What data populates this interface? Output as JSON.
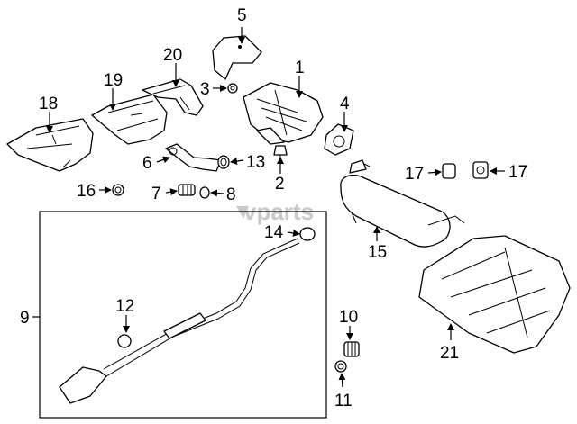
{
  "watermark": "vparts",
  "callouts": {
    "c1": "1",
    "c2": "2",
    "c3": "3",
    "c4": "4",
    "c5": "5",
    "c6": "6",
    "c7": "7",
    "c8": "8",
    "c9": "9",
    "c10": "10",
    "c11": "11",
    "c12": "12",
    "c13": "13",
    "c14": "14",
    "c15": "15",
    "c16": "16",
    "c17a": "17",
    "c17b": "17",
    "c18": "18",
    "c19": "19",
    "c20": "20",
    "c21": "21"
  }
}
